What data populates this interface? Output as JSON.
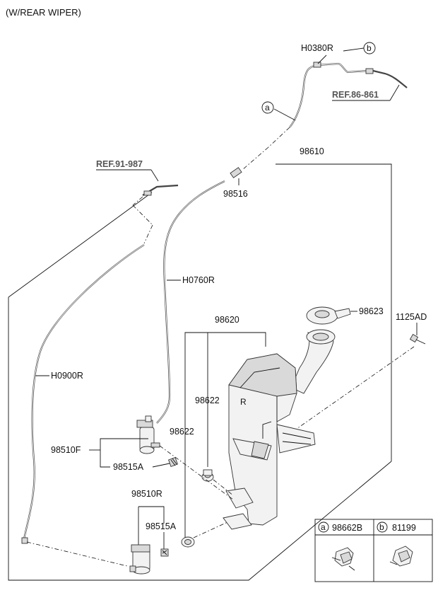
{
  "header": {
    "title": "(W/REAR WIPER)"
  },
  "refs": {
    "top": "REF.86-861",
    "left": "REF.91-987"
  },
  "hoses": {
    "top": "H0380R",
    "middle": "H0760R",
    "left": "H0900R"
  },
  "parts": {
    "reservoir_assembly": "98610",
    "connector": "98516",
    "cap": "98623",
    "bolt": "1125AD",
    "reservoir": "98620",
    "grommet_upper": "98622",
    "grommet_lower": "98622",
    "pump_front": "98510F",
    "filter_front": "98515A",
    "pump_rear": "98510R",
    "filter_rear": "98515A"
  },
  "callouts": {
    "a": "a",
    "b": "b"
  },
  "legend": {
    "items": [
      {
        "marker": "a",
        "part": "98662B"
      },
      {
        "marker": "b",
        "part": "81199"
      }
    ]
  }
}
